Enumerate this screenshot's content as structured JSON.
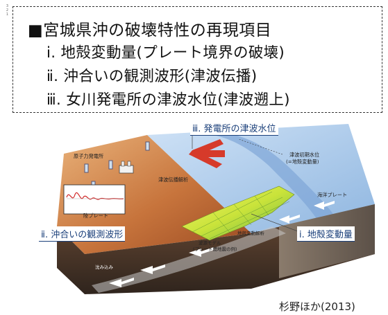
{
  "page_numbers": [
    "3",
    "2",
    "1"
  ],
  "header": {
    "title": "■宮城県沖の破壊特性の再現項目",
    "items": [
      "ⅰ. 地殻変動量(プレート境界の破壊)",
      "ⅱ. 沖合いの観測波形(津波伝播)",
      "ⅲ. 女川発電所の津波水位(津波遡上)"
    ]
  },
  "diagram": {
    "callouts": {
      "power_station_water_level": "ⅲ. 発電所の津波水位",
      "offshore_waveform": "ⅱ. 沖合いの観測波形",
      "crustal_deformation": "ⅰ. 地殻変動量"
    },
    "labels": {
      "nuclear_plant": "原子力発電所",
      "initial_water_level": "津波初期水位",
      "initial_water_level_note": "(=地殻変動量)",
      "propagation_analysis": "津波伝播解析",
      "ocean_plate": "海洋プレート",
      "land_plate": "陸プレート",
      "crustal_analysis": "地殻変動解析",
      "source_model": "波源モデル",
      "source_model_note": "(プレート間地震の例)",
      "subduction": "沈み込み"
    },
    "colors": {
      "land": "#b55a2a",
      "land_top": "#e2a36a",
      "ocean": "#a8c9ec",
      "plate_side": "#4e3a2e",
      "rupture": "#d6e63a",
      "callout": "#1a3f7a"
    }
  },
  "citation": "杉野ほか(2013)"
}
